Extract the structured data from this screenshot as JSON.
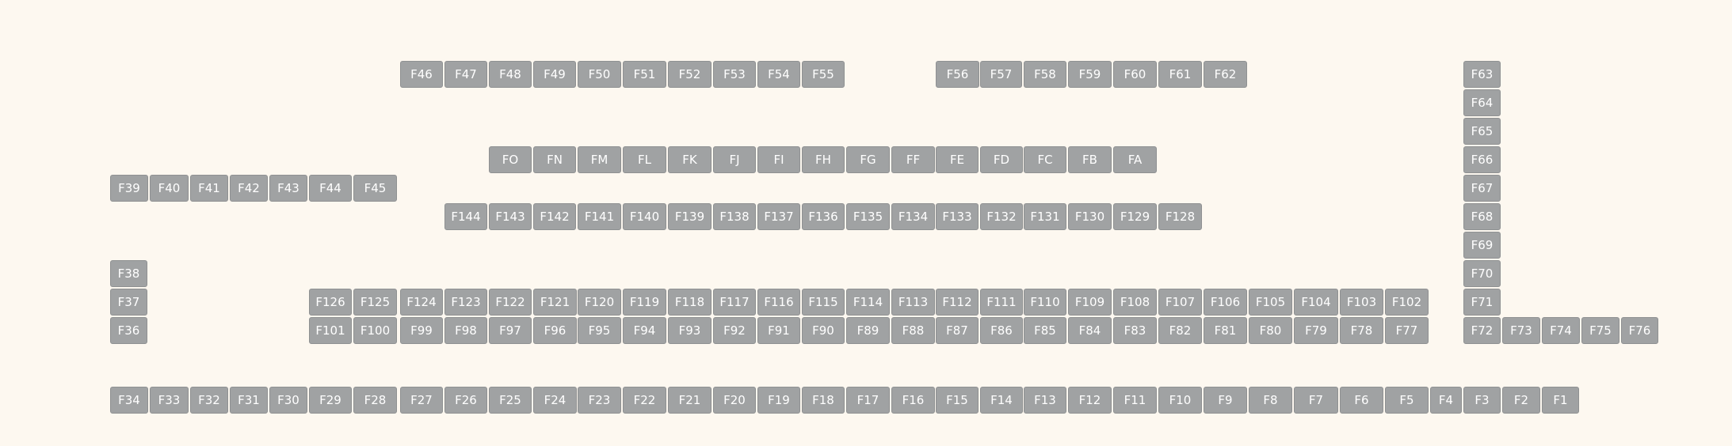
{
  "groups": [
    {
      "name": "row-top",
      "keys": [
        "F46",
        "F47",
        "F48",
        "F49",
        "F50",
        "F51",
        "F52",
        "F53",
        "F54",
        "F55",
        "F56",
        "F57",
        "F58",
        "F59",
        "F60",
        "F61",
        "F62"
      ]
    },
    {
      "name": "column-right",
      "keys": [
        "F63",
        "F64",
        "F65",
        "F66",
        "F67",
        "F68",
        "F69",
        "F70",
        "F71",
        "F72"
      ]
    },
    {
      "name": "row-letters",
      "keys": [
        "FO",
        "FN",
        "FM",
        "FL",
        "FK",
        "FJ",
        "FI",
        "FH",
        "FG",
        "FF",
        "FE",
        "FD",
        "FC",
        "FB",
        "FA"
      ]
    },
    {
      "name": "row-left-cluster",
      "keys": [
        "F39",
        "F40",
        "F41",
        "F42",
        "F43",
        "F44",
        "F45"
      ]
    },
    {
      "name": "row-144-128",
      "keys": [
        "F144",
        "F143",
        "F142",
        "F141",
        "F140",
        "F139",
        "F138",
        "F137",
        "F136",
        "F135",
        "F134",
        "F133",
        "F132",
        "F131",
        "F130",
        "F129",
        "F128"
      ]
    },
    {
      "name": "column-left",
      "keys": [
        "F38",
        "F37",
        "F36"
      ]
    },
    {
      "name": "row-126-102",
      "keys": [
        "F126",
        "F125",
        "F124",
        "F123",
        "F122",
        "F121",
        "F120",
        "F119",
        "F118",
        "F117",
        "F116",
        "F115",
        "F114",
        "F113",
        "F112",
        "F111",
        "F110",
        "F109",
        "F108",
        "F107",
        "F106",
        "F105",
        "F104",
        "F103",
        "F102"
      ]
    },
    {
      "name": "row-101-77",
      "keys": [
        "F101",
        "F100",
        "F99",
        "F98",
        "F97",
        "F96",
        "F95",
        "F94",
        "F93",
        "F92",
        "F91",
        "F90",
        "F89",
        "F88",
        "F87",
        "F86",
        "F85",
        "F84",
        "F83",
        "F82",
        "F81",
        "F80",
        "F79",
        "F78",
        "F77"
      ]
    },
    {
      "name": "row-right-tail",
      "keys": [
        "F73",
        "F74",
        "F75",
        "F76"
      ]
    },
    {
      "name": "row-bottom",
      "keys": [
        "F34",
        "F33",
        "F32",
        "F31",
        "F30",
        "F29",
        "F28",
        "F27",
        "F26",
        "F25",
        "F24",
        "F23",
        "F22",
        "F21",
        "F20",
        "F19",
        "F18",
        "F17",
        "F16",
        "F15",
        "F14",
        "F13",
        "F12",
        "F11",
        "F10",
        "F9",
        "F8",
        "F7",
        "F6",
        "F5",
        "F4",
        "F3",
        "F2",
        "F1"
      ]
    }
  ]
}
